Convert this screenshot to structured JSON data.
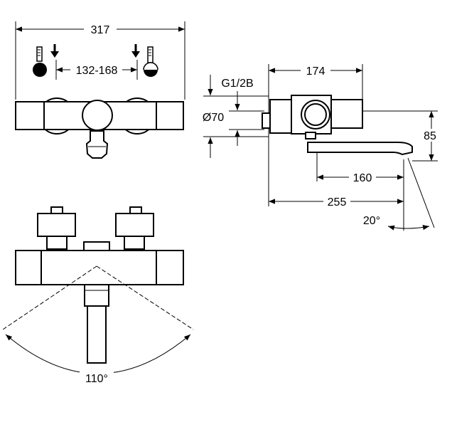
{
  "front_view": {
    "width_label": "317",
    "center_distance_label": "132-168"
  },
  "side_view": {
    "depth_label": "174",
    "thread_label": "G1/2B",
    "diameter_label": "Ø70",
    "height_label": "85",
    "spout_reach_label": "160",
    "total_reach_label": "255",
    "spout_angle_label": "20°"
  },
  "top_view": {
    "swivel_angle_label": "110°"
  },
  "colors": {
    "line": "#000000",
    "background": "#ffffff"
  },
  "icons": [
    "cold-thermometer-icon",
    "hot-thermometer-icon",
    "down-arrow-icon"
  ]
}
